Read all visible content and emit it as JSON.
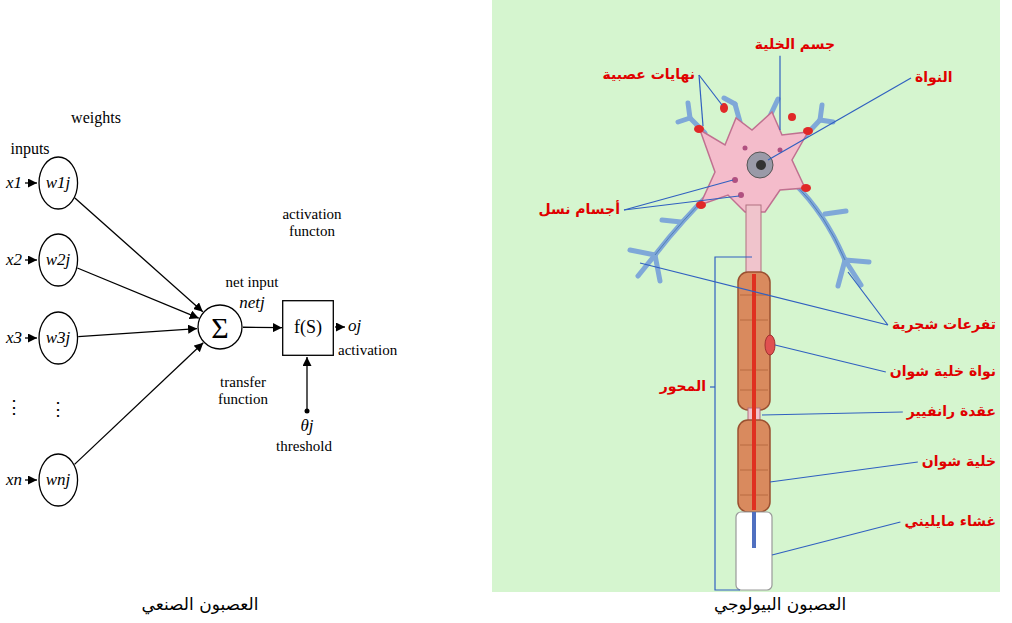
{
  "diagram": {
    "nodes": [
      {
        "text": [
          "w1j"
        ]
      },
      {
        "text": [
          "w2j"
        ]
      },
      {
        "text": [
          "w3j"
        ]
      },
      {
        "text": [
          "wnj"
        ]
      },
      {
        "text": [
          "Σ"
        ]
      },
      {
        "text": [
          "f(S)"
        ]
      }
    ],
    "edges": [
      {
        "from": 0,
        "to": 4,
        "arrow": "to"
      },
      {
        "from": 1,
        "to": 4,
        "arrow": "to"
      },
      {
        "from": 2,
        "to": 4,
        "arrow": "to"
      },
      {
        "from": 3,
        "to": 4,
        "arrow": "to"
      },
      {
        "from": 4,
        "to": 5,
        "arrow": "to"
      }
    ],
    "labels": [
      "inputs",
      "weights",
      "x1",
      "x2",
      "x3",
      "⋮",
      "⋮",
      "xn",
      "activation functon",
      "net input",
      "netj",
      "oj",
      "activation",
      "transfer function",
      "θj",
      "threshold",
      "جسم الخلية",
      "النواة",
      "نهايات عصبية",
      "أجسام نسل",
      "تفرعات شجرية",
      "نواة خلية شوان",
      "عقدة رانفيير",
      "خلية شوان",
      "غشاء مايليني",
      "المحور",
      "العصبون البيولوجي",
      "العصبون الصنعي"
    ]
  }
}
